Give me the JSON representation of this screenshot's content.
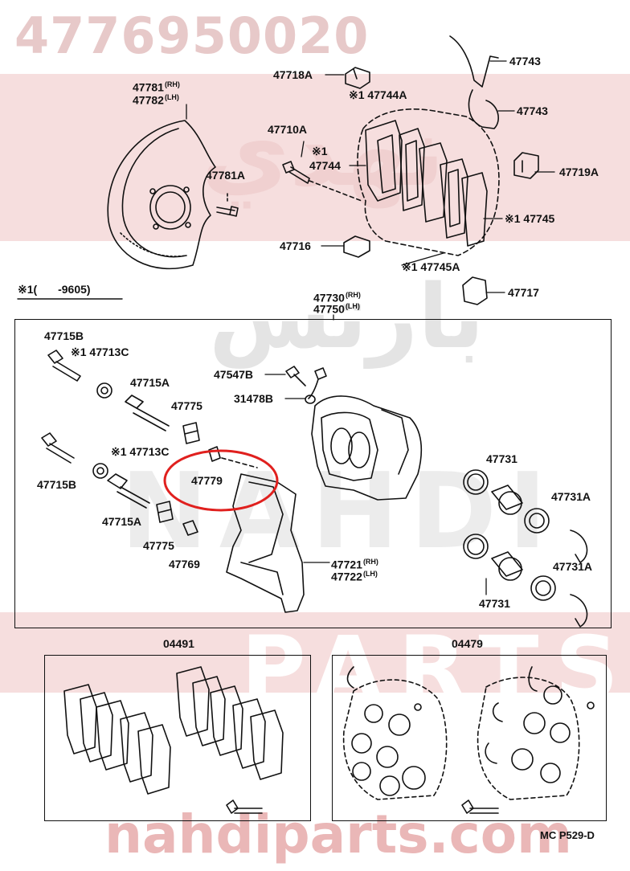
{
  "watermark": {
    "part_number": "4776950020",
    "site": "nahdiparts.com",
    "arabic_brand": "نهدي",
    "arabic_word": "بارتس",
    "latin_mid": "NAHDI",
    "latin_low": "PARTS"
  },
  "header": {
    "note_mark": "※1",
    "note_open": "(",
    "note_range": "-9605)"
  },
  "labels": {
    "p47781": "47781",
    "p47781_side": "(RH)",
    "p47782": "47782",
    "p47782_side": "(LH)",
    "p47781A": "47781A",
    "p47718A": "47718A",
    "p47743_top": "47743",
    "p47743_2": "47743",
    "p47744A": "※1 47744A",
    "p47710A": "47710A",
    "p47744_mark": "※1",
    "p47744": "47744",
    "p47719A": "47719A",
    "p47745": "※1 47745",
    "p47716": "47716",
    "p47745A": "※1 47745A",
    "p47717": "47717",
    "p47730": "47730",
    "p47730_side": "(RH)",
    "p47750": "47750",
    "p47750_side": "(LH)",
    "p47715B_top": "47715B",
    "p47713C_top": "※1 47713C",
    "p47715A_top": "47715A",
    "p47775_top": "47775",
    "p47547B": "47547B",
    "p31478B": "31478B",
    "p47713C_mid": "※1 47713C",
    "p47715B_mid": "47715B",
    "p47779": "47779",
    "p47731": "47731",
    "p47731A_top": "47731A",
    "p47715A_low": "47715A",
    "p47775_low": "47775",
    "p47769": "47769",
    "p47721": "47721",
    "p47721_side": "(RH)",
    "p47722": "47722",
    "p47722_side": "(LH)",
    "p47731A_low": "47731A",
    "p47731_low": "47731",
    "p04491": "04491",
    "p04479": "04479"
  },
  "footer": {
    "code": "MC  P529-D"
  },
  "colors": {
    "highlight": "#e0201e",
    "watermark": "#e9c0c0",
    "line": "#111111"
  }
}
